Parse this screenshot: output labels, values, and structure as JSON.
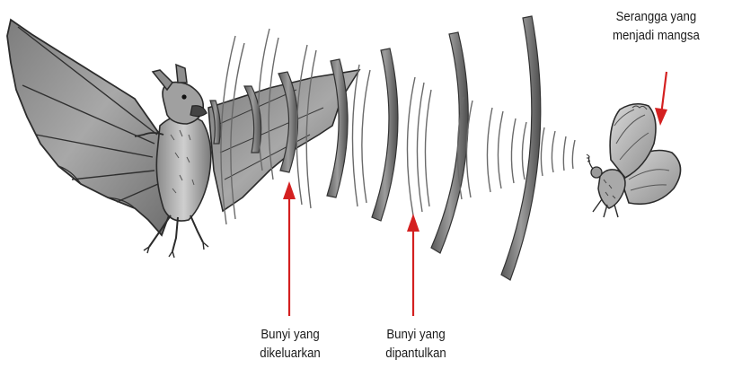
{
  "labels": {
    "prey": [
      "Serangga yang",
      "menjadi mangsa"
    ],
    "emitted": [
      "Bunyi yang",
      "dikeluarkan"
    ],
    "reflected": [
      "Bunyi yang",
      "dipantulkan"
    ]
  },
  "colors": {
    "arrow": "#d42020",
    "thick_wave_dark": "#4a4a4a",
    "thick_wave_fill": "#8c8c8c",
    "thin_wave": "#6a6a6a",
    "bat_body": "#9a9a9a",
    "moth_body": "#b5b5b5"
  },
  "icons": {
    "bat": "bat-illustration",
    "moth": "moth-illustration"
  }
}
